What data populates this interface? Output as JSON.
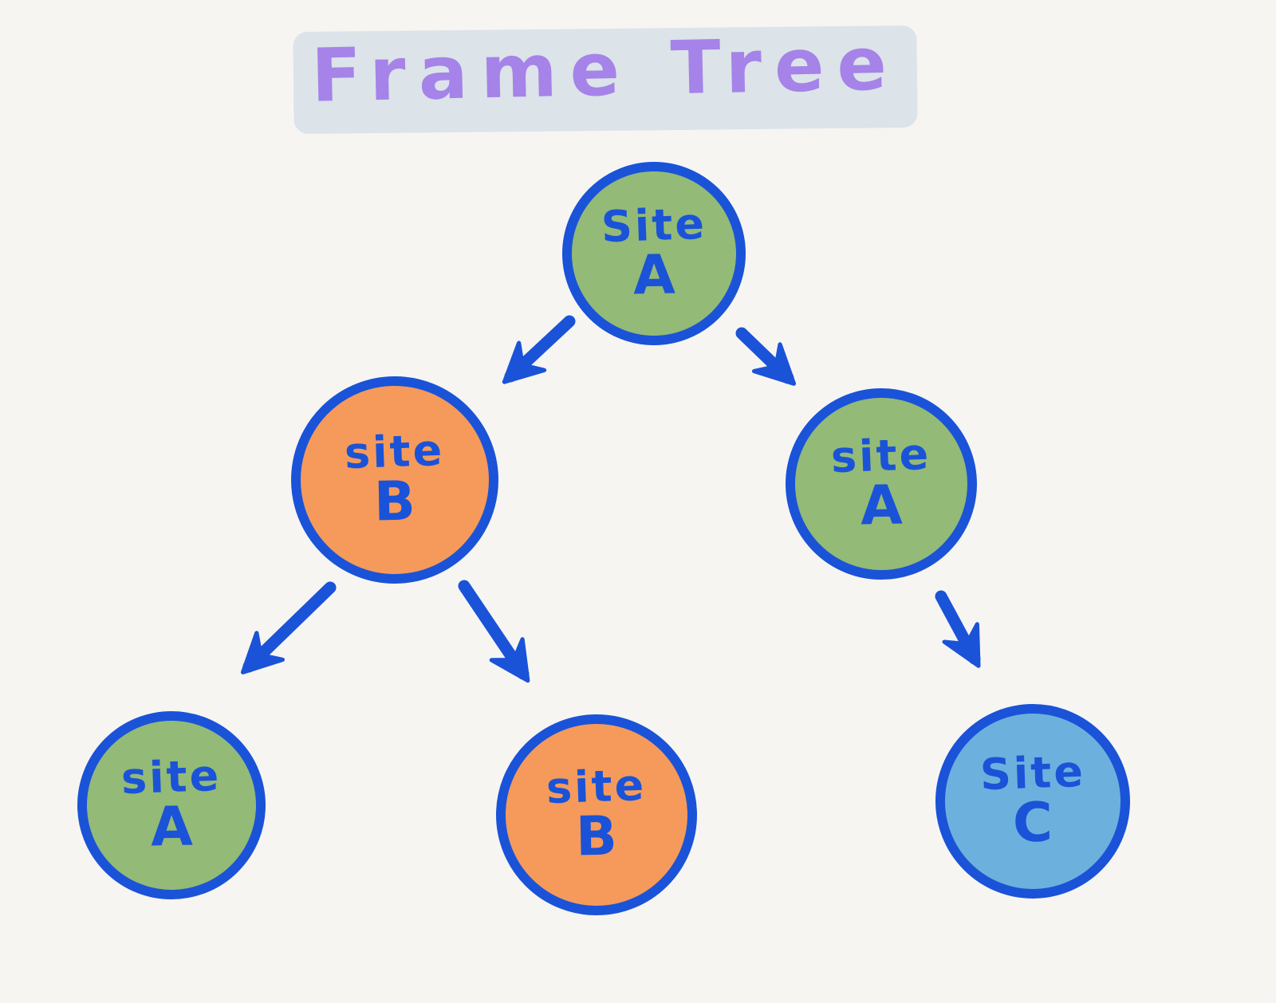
{
  "title": "Frame Tree",
  "colors": {
    "stroke": "#1a53d8",
    "green": "#93ba77",
    "orange": "#f59a5b",
    "blue": "#6cb1dd",
    "title_purple": "#a583e8",
    "title_highlight": "#dce3e9",
    "background": "#f6f5f2"
  },
  "nodes": {
    "root": {
      "word": "Site",
      "letter": "A",
      "fill": "green"
    },
    "l2_left": {
      "word": "site",
      "letter": "B",
      "fill": "orange"
    },
    "l2_right": {
      "word": "site",
      "letter": "A",
      "fill": "green"
    },
    "l3_left": {
      "word": "site",
      "letter": "A",
      "fill": "green"
    },
    "l3_mid": {
      "word": "site",
      "letter": "B",
      "fill": "orange"
    },
    "l3_right": {
      "word": "Site",
      "letter": "C",
      "fill": "blue"
    }
  },
  "edges": [
    {
      "from": "root",
      "to": "l2_left"
    },
    {
      "from": "root",
      "to": "l2_right"
    },
    {
      "from": "l2_left",
      "to": "l3_left"
    },
    {
      "from": "l2_left",
      "to": "l3_mid"
    },
    {
      "from": "l2_right",
      "to": "l3_right"
    }
  ]
}
